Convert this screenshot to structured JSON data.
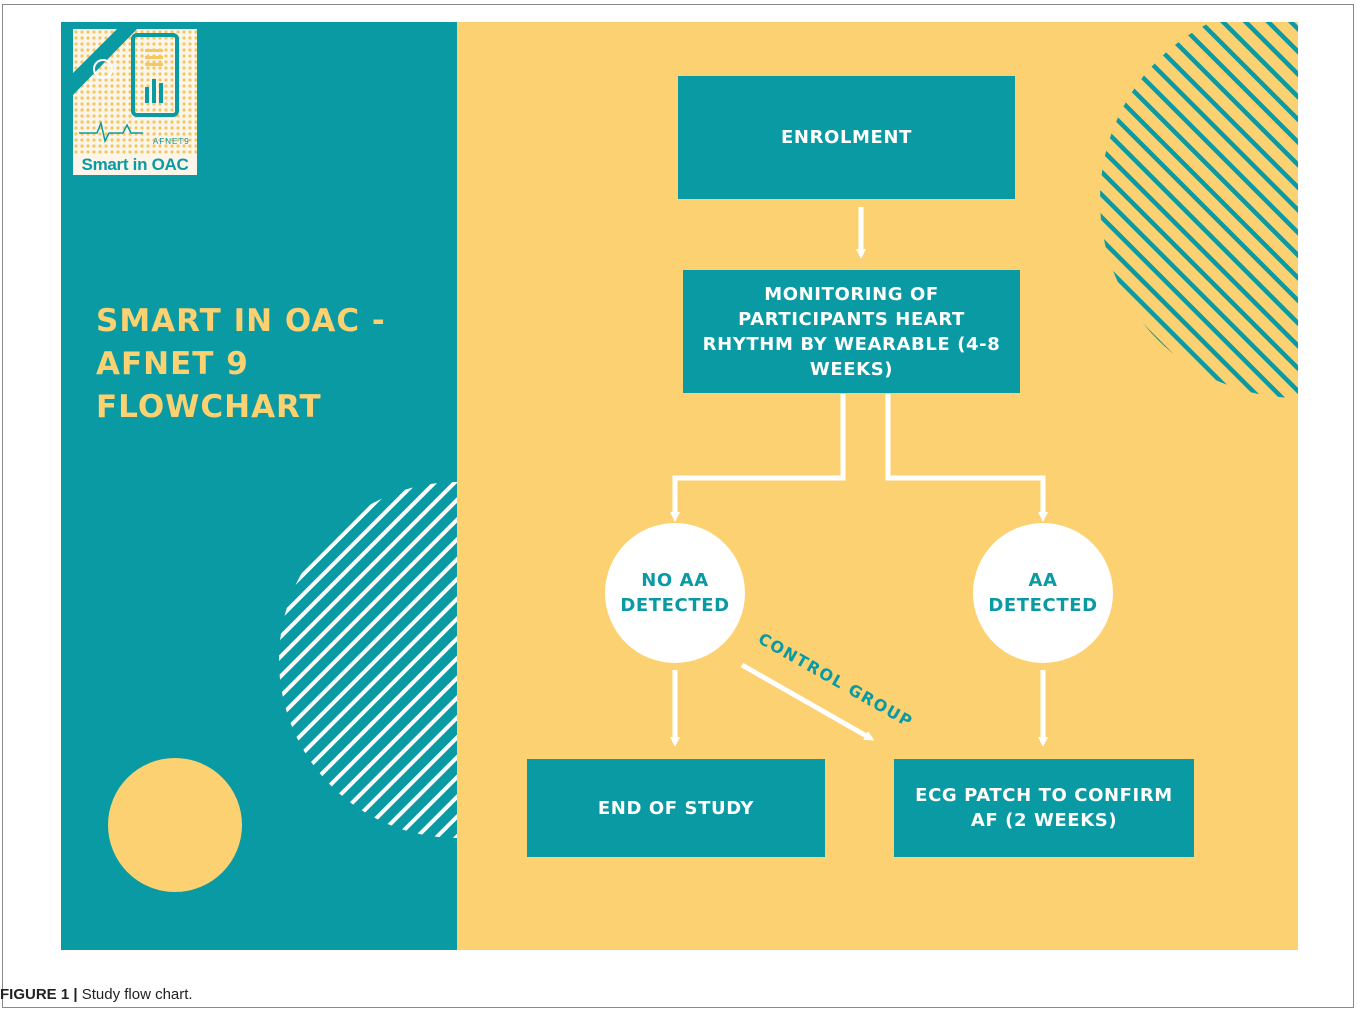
{
  "logo": {
    "brand_text": "Smart in OAC",
    "small_text": "AFNET9"
  },
  "side_title": "SMART IN OAC  -\nAFNET 9\nFLOWCHART",
  "nodes": {
    "enrolment": "ENROLMENT",
    "monitoring": "MONITORING OF PARTICIPANTS HEART RHYTHM BY WEARABLE (4-8 WEEKS)",
    "no_aa": "NO AA DETECTED",
    "aa": "AA DETECTED",
    "end_of_study": "END OF STUDY",
    "ecg_patch": "ECG PATCH TO CONFIRM AF (2 WEEKS)"
  },
  "edge_labels": {
    "control_group": "CONTROL GROUP"
  },
  "caption": {
    "label": "FIGURE 1 |",
    "text": " Study flow chart."
  },
  "colors": {
    "teal": "#0a9aa3",
    "yellow": "#fcd172",
    "white": "#ffffff"
  }
}
